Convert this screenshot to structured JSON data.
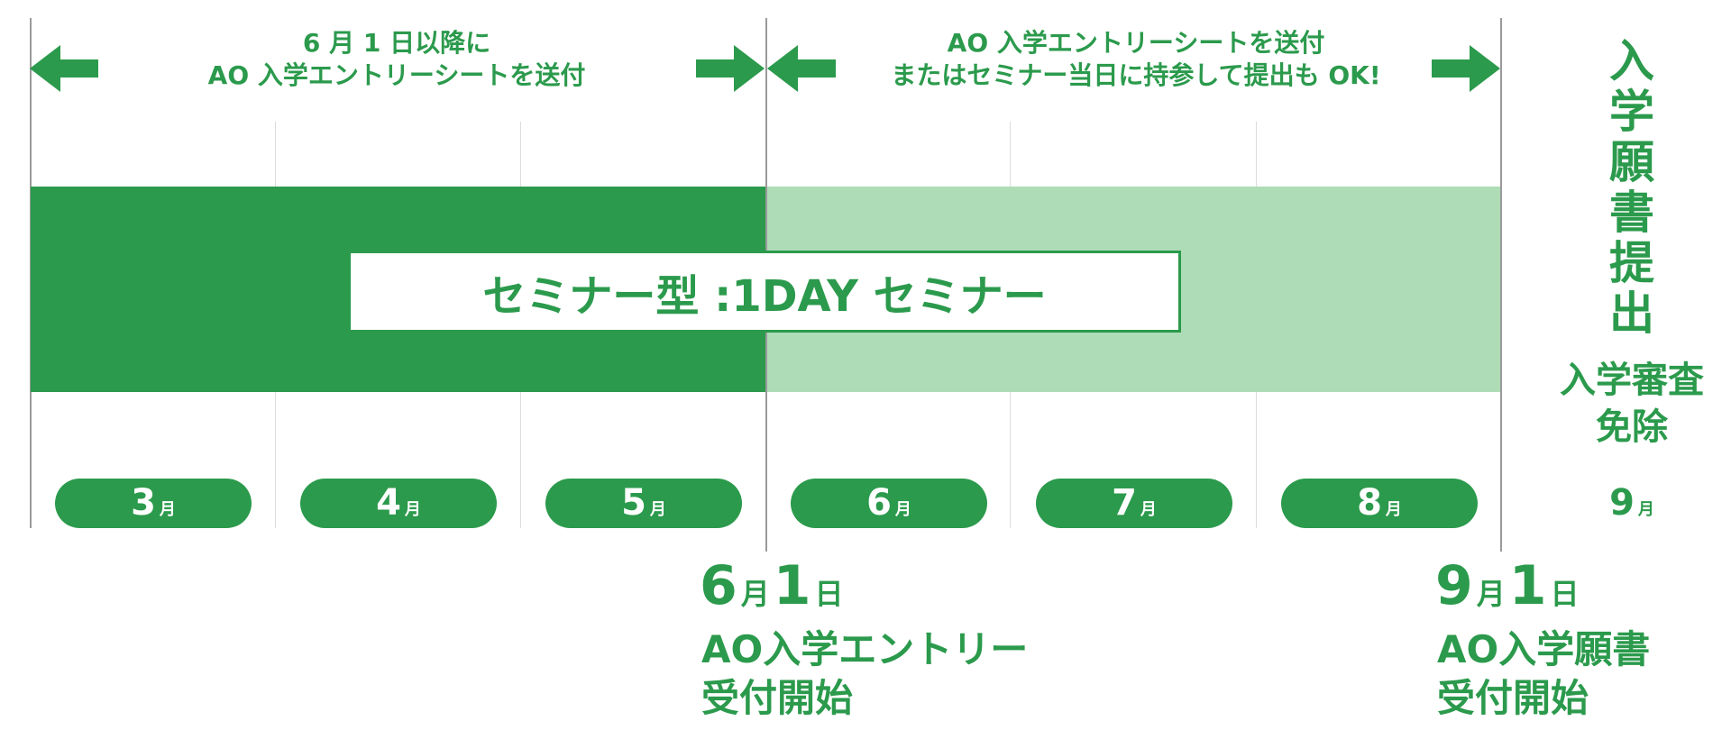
{
  "colors": {
    "primary": "#2b9a4c",
    "light": "#addcb6",
    "line": "#9a9a9a"
  },
  "captions": {
    "left_line1": "6 月 1 日以降に",
    "left_line2": "AO 入学エントリーシートを送付",
    "right_line1": "AO 入学エントリーシートを送付",
    "right_line2": "またはセミナー当日に持参して提出も OK!"
  },
  "seminar": {
    "label": "セミナー型 :1DAY セミナー"
  },
  "months": [
    {
      "num": "3",
      "unit": "月"
    },
    {
      "num": "4",
      "unit": "月"
    },
    {
      "num": "5",
      "unit": "月"
    },
    {
      "num": "6",
      "unit": "月"
    },
    {
      "num": "7",
      "unit": "月"
    },
    {
      "num": "8",
      "unit": "月"
    }
  ],
  "september": {
    "num": "9",
    "unit": "月"
  },
  "application": {
    "chars": [
      "入",
      "学",
      "願",
      "書",
      "提",
      "出"
    ],
    "exempt_line1": "入学審査",
    "exempt_line2": "免除"
  },
  "milestones": [
    {
      "month": "6",
      "month_unit": "月",
      "day": "1",
      "day_unit": "日",
      "line1": "AO入学エントリー",
      "line2": "受付開始"
    },
    {
      "month": "9",
      "month_unit": "月",
      "day": "1",
      "day_unit": "日",
      "line1": "AO入学願書",
      "line2": "受付開始"
    }
  ]
}
